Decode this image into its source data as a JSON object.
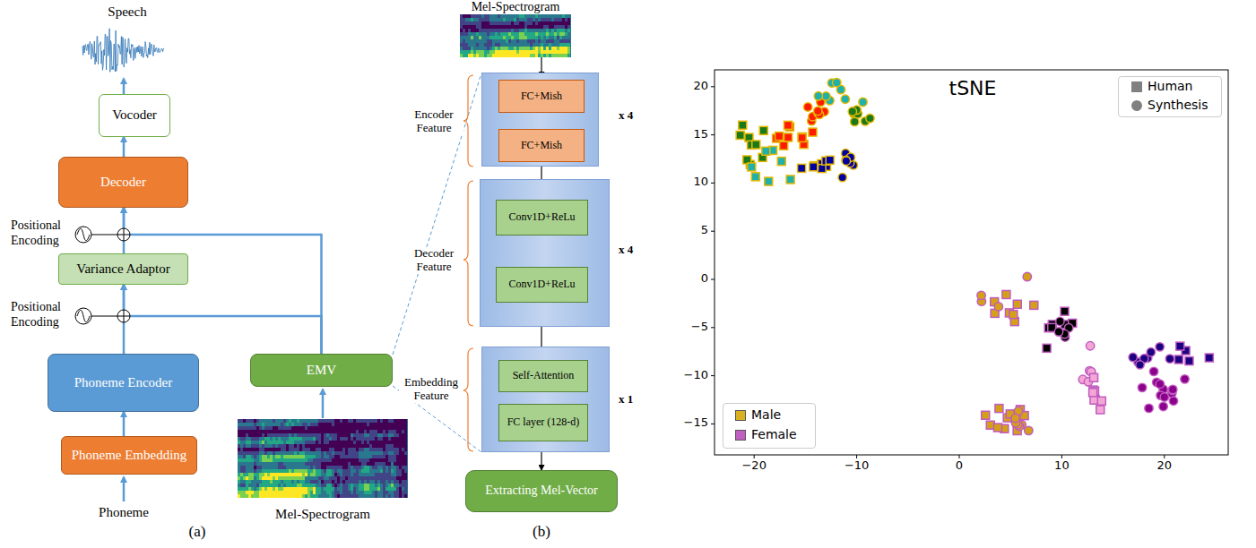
{
  "diagram": {
    "nodes": [
      {
        "text": [
          "Vocoder"
        ]
      },
      {
        "text": [
          "Decoder"
        ]
      },
      {
        "text": [
          "Variance Adaptor"
        ]
      },
      {
        "text": [
          "Phoneme Encoder"
        ]
      },
      {
        "text": [
          "Phoneme Embedding"
        ]
      },
      {
        "text": [
          "EMV"
        ]
      },
      {
        "text": [
          "Encoder Feature",
          "x 4"
        ]
      },
      {
        "text": [
          "FC+Mish"
        ],
        "in": 6
      },
      {
        "text": [
          "FC+Mish"
        ],
        "in": 6
      },
      {
        "text": [
          "Decoder Feature",
          "x 4"
        ]
      },
      {
        "text": [
          "Conv1D+ReLu"
        ],
        "in": 9
      },
      {
        "text": [
          "Conv1D+ReLu"
        ],
        "in": 9
      },
      {
        "text": [
          "Embedding Feature",
          "x 1"
        ]
      },
      {
        "text": [
          "Self-Attention"
        ],
        "in": 12
      },
      {
        "text": [
          "FC layer (128-d)"
        ],
        "in": 12
      },
      {
        "text": [
          "Extracting Mel-Vector"
        ]
      }
    ],
    "edges": [
      {
        "from": 4,
        "to": 3,
        "arrow": "to"
      },
      {
        "from": 3,
        "to": 2,
        "arrow": "to"
      },
      {
        "from": 5,
        "to": 2,
        "arrow": "to"
      },
      {
        "from": 2,
        "to": 1,
        "arrow": "to"
      },
      {
        "from": 5,
        "to": 1,
        "arrow": "to"
      },
      {
        "from": 1,
        "to": 0,
        "arrow": "to"
      },
      {
        "from": 7,
        "to": 8,
        "arrow": "to"
      },
      {
        "from": 8,
        "to": 10,
        "arrow": "to"
      },
      {
        "from": 10,
        "to": 11,
        "arrow": "to"
      },
      {
        "from": 11,
        "to": 13,
        "arrow": "to"
      },
      {
        "from": 13,
        "to": 14,
        "arrow": "to"
      },
      {
        "from": 14,
        "to": 15,
        "arrow": "to"
      }
    ],
    "labels": [
      "Speech",
      "Positional Encoding",
      "Positional Encoding",
      "Phoneme",
      "Mel-Spectrogram",
      "(a)",
      "Mel-Spectrogram",
      "(b)",
      "tSNE",
      "20",
      "15",
      "10",
      "5",
      "0",
      "−5",
      "−10",
      "−15",
      "−20",
      "−10",
      "0",
      "10",
      "20"
    ],
    "legend": [
      {
        "text": "Human"
      },
      {
        "text": "Synthesis"
      },
      {
        "text": "Male",
        "color": "#d8b020"
      },
      {
        "text": "Female",
        "color": "#c060c0"
      }
    ]
  }
}
